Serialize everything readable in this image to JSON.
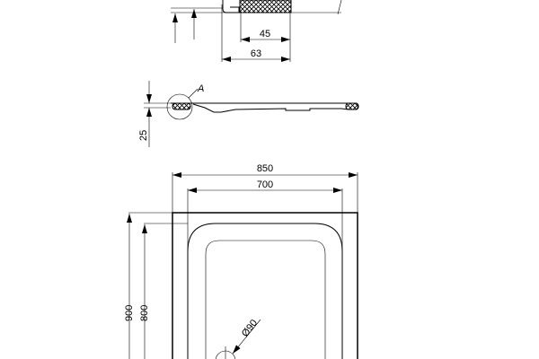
{
  "detail": {
    "dim_inner": "45",
    "dim_outer": "63"
  },
  "section": {
    "detail_label": "A",
    "height_dim": "25"
  },
  "plan": {
    "width_outer": "850",
    "width_inner": "700",
    "length_outer": "900",
    "length_inner": "800",
    "drain_dim": "Ø90"
  },
  "colors": {
    "line": "#000000",
    "background": "#ffffff"
  }
}
